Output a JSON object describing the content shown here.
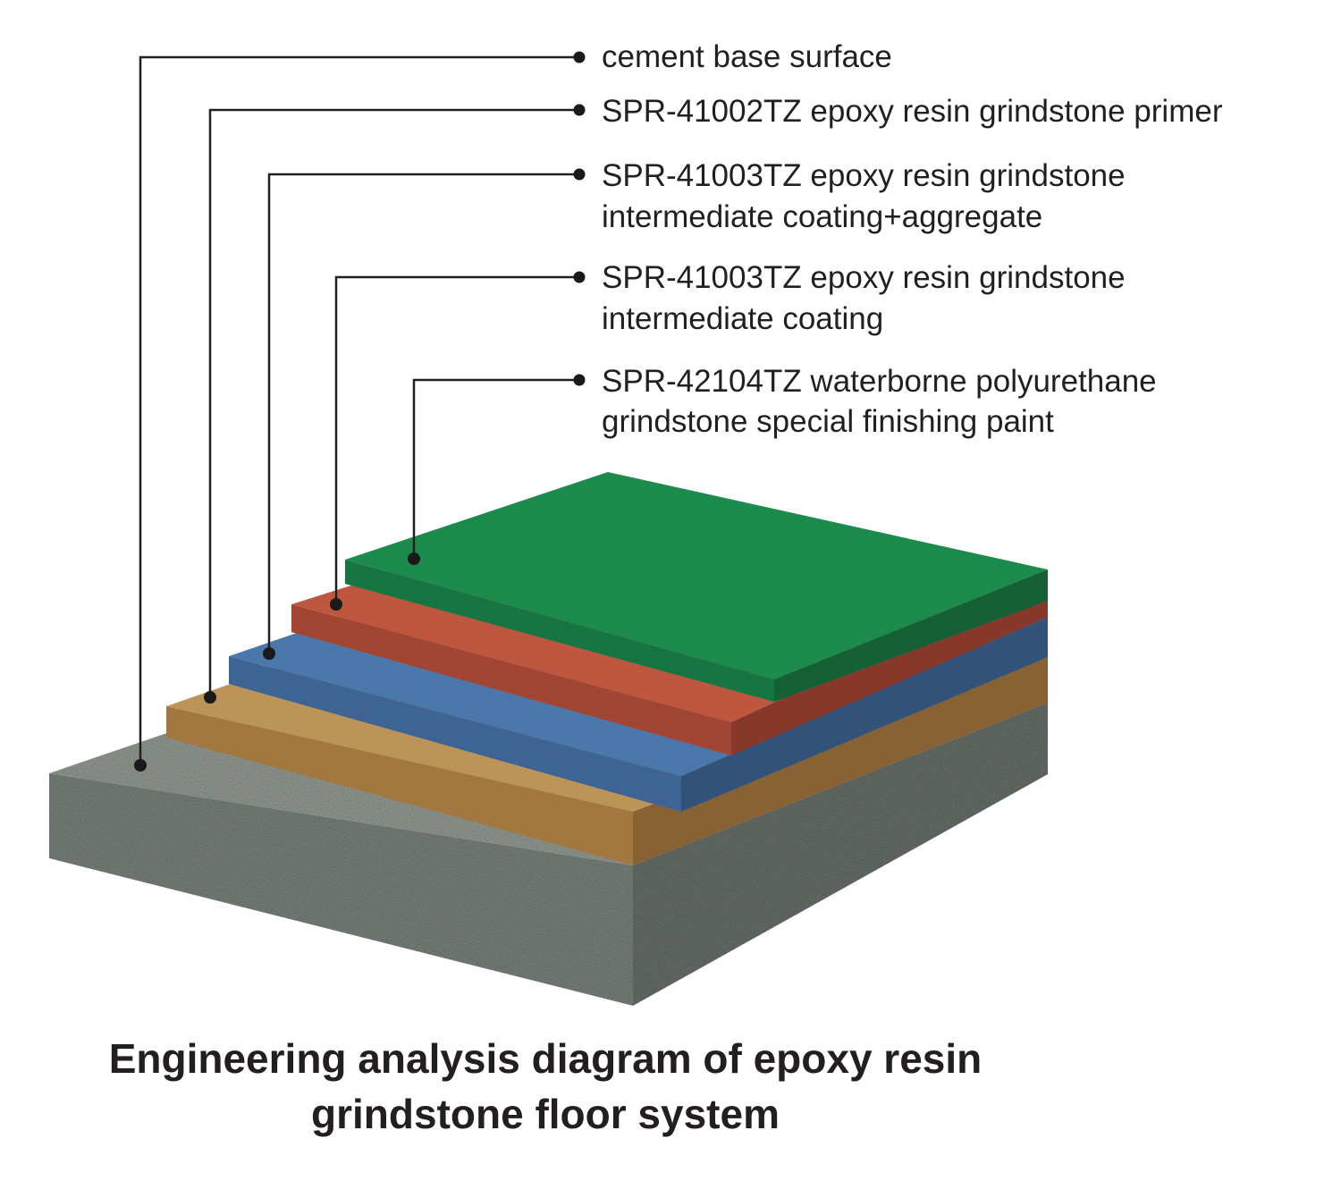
{
  "layers": [
    {
      "name": "cement base surface",
      "lines": [
        "cement base surface"
      ],
      "color": "#8b9089"
    },
    {
      "name": "primer",
      "lines": [
        "SPR-41002TZ epoxy resin grindstone primer"
      ],
      "color": "#b58a4f"
    },
    {
      "name": "intermediate-aggregate",
      "lines": [
        "SPR-41003TZ epoxy resin grindstone",
        "intermediate coating+aggregate"
      ],
      "color": "#4573a3"
    },
    {
      "name": "intermediate",
      "lines": [
        "SPR-41003TZ epoxy resin grindstone",
        "intermediate coating"
      ],
      "color": "#bd5640"
    },
    {
      "name": "finish",
      "lines": [
        "SPR-42104TZ waterborne polyurethane",
        "grindstone special finishing paint"
      ],
      "color": "#1f8a4d"
    }
  ],
  "title": {
    "line1": "Engineering analysis diagram of epoxy resin",
    "line2": "grindstone floor system"
  }
}
